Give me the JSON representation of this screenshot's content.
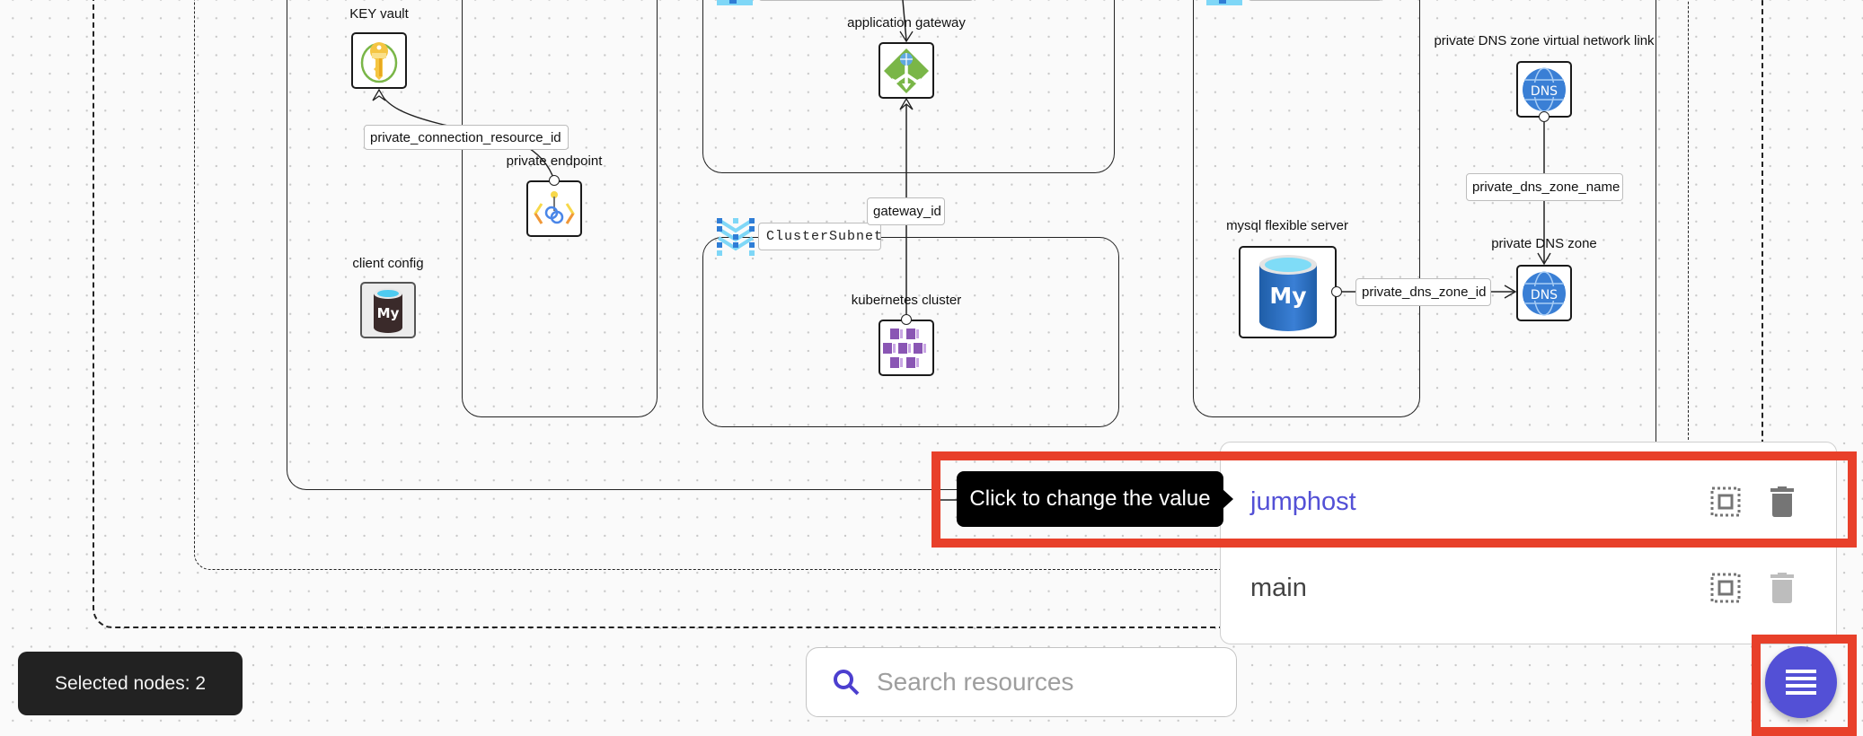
{
  "canvas": {
    "nodes": {
      "key_vault": {
        "label": "KEY vault",
        "icon": "key-vault-icon"
      },
      "private_endpoint": {
        "label": "private endpoint",
        "icon": "private-endpoint-icon"
      },
      "client_config": {
        "label": "client config",
        "icon": "mysql-client-icon"
      },
      "application_gateway": {
        "label": "application gateway",
        "icon": "application-gateway-icon"
      },
      "kubernetes_cluster": {
        "label": "kubernetes cluster",
        "icon": "kubernetes-icon"
      },
      "mysql_flexible_server": {
        "label": "mysql flexible server",
        "icon": "mysql-icon",
        "icon_text": "My"
      },
      "dns_vnet_link": {
        "label": "private DNS zone virtual network link",
        "icon": "dns-icon",
        "icon_text": "DNS"
      },
      "dns_zone": {
        "label": "private DNS zone",
        "icon": "dns-icon",
        "icon_text": "DNS"
      }
    },
    "edges": {
      "private_connection_resource_id": "private_connection_resource_id",
      "gateway_id": "gateway_id",
      "private_dns_zone_id": "private_dns_zone_id",
      "private_dns_zone_name": "private_dns_zone_name"
    },
    "subnets": {
      "cluster_subnet": "ClusterSubnet"
    }
  },
  "status": {
    "selected_nodes": "Selected nodes: 2"
  },
  "search": {
    "placeholder": "Search resources"
  },
  "workspace_panel": {
    "tooltip": "Click to change the value",
    "items": [
      {
        "name": "jumphost",
        "active": true
      },
      {
        "name": "main",
        "active": false
      }
    ]
  },
  "colors": {
    "accent": "#5350d6",
    "highlight": "#e8402a",
    "tooltip_bg": "#000000",
    "badge_bg": "#222222"
  }
}
